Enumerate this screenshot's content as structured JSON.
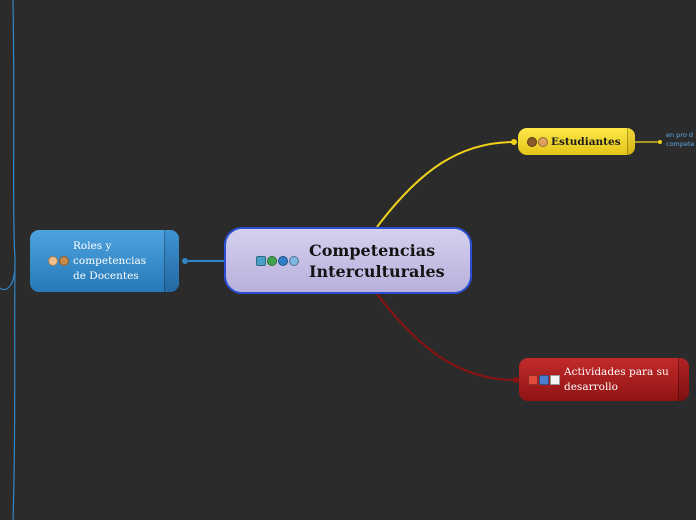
{
  "central": {
    "title": "Competencias Interculturales",
    "icons": [
      "image-icon",
      "globe-icon",
      "earth-icon",
      "world-icon"
    ]
  },
  "topics": [
    {
      "id": "docentes",
      "label": "Roles y competencias de Docentes",
      "color": "#3a8fd4",
      "icons": [
        "teacher-man-icon",
        "teacher-woman-icon"
      ]
    },
    {
      "id": "estudiantes",
      "label": "Estudiantes",
      "color": "#f4dc2e",
      "icons": [
        "student-girl-icon",
        "student-boy-icon"
      ]
    },
    {
      "id": "actividades",
      "label": "Actividades para su desarrollo",
      "color": "#b01e1e",
      "icons": [
        "books-icon",
        "pencil-icon",
        "document-icon"
      ]
    }
  ],
  "note": {
    "line1": "en pro d",
    "line2": "compete"
  },
  "colors": {
    "background": "#2b2b2b",
    "central_border": "#2a4fd6",
    "link_docentes": "#2f86c8",
    "link_estudiantes": "#f0d21c",
    "link_actividades": "#8a1212"
  }
}
